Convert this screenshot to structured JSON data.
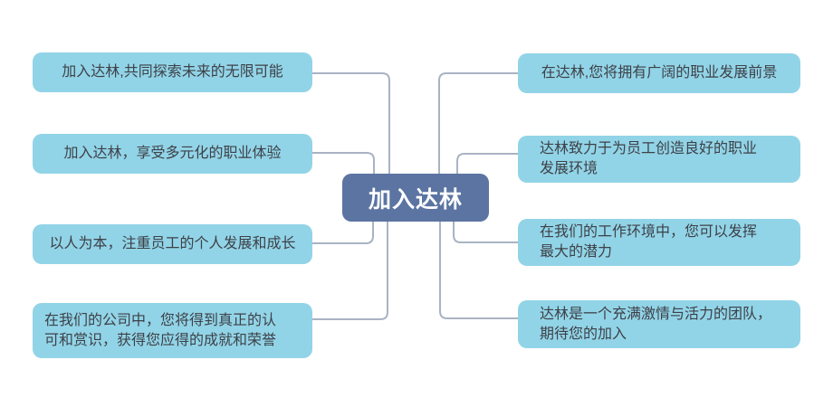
{
  "root": {
    "label": "加入达林"
  },
  "left_branches": [
    {
      "lines": [
        "加入达林,共同探索未来的无限可能"
      ]
    },
    {
      "lines": [
        "加入达林，享受多元化的职业体验"
      ]
    },
    {
      "lines": [
        "以人为本，注重员工的个人发展和成长"
      ]
    },
    {
      "lines": [
        "在我们的公司中，您将得到真正的认",
        "可和赏识，获得您应得的成就和荣誉"
      ]
    }
  ],
  "right_branches": [
    {
      "lines": [
        "在达林,您将拥有广阔的职业发展前景"
      ]
    },
    {
      "lines": [
        "达林致力于为员工创造良好的职业",
        "发展环境"
      ]
    },
    {
      "lines": [
        "在我们的工作环境中，您可以发挥",
        "最大的潜力"
      ]
    },
    {
      "lines": [
        "达林是一个充满激情与活力的团队，",
        "期待您的加入"
      ]
    }
  ],
  "colors": {
    "background": "#ffffff",
    "root_fill": "#5b74a2",
    "root_text": "#ffffff",
    "branch_fill": "#92d4e7",
    "branch_text": "#3d4148",
    "connector": "#a9b3c4"
  }
}
